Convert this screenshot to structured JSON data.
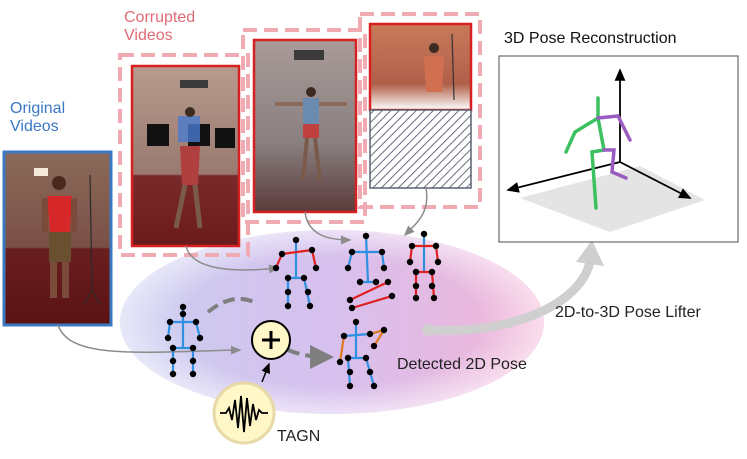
{
  "labels": {
    "original_videos": [
      "Original",
      "Videos"
    ],
    "corrupted_videos": [
      "Corrupted",
      "Videos"
    ],
    "reconstruction": "3D Pose Reconstruction",
    "lifter": "2D-to-3D Pose Lifter",
    "detected": "Detected 2D Pose",
    "noise": "TAGN",
    "plus": "+"
  },
  "colors": {
    "original_blue": "#3b78c4",
    "corrupted_red": "#e06b75",
    "frame_red": "#d92020",
    "joint": "#000000",
    "limb_blue": "#2f8fe0",
    "limb_red": "#e02020",
    "limb_orange": "#e07a20",
    "pose3d_green": "#3cc060",
    "pose3d_purple": "#9a5cc0"
  },
  "icons": [
    "plus-icon",
    "noise-wave-icon"
  ]
}
